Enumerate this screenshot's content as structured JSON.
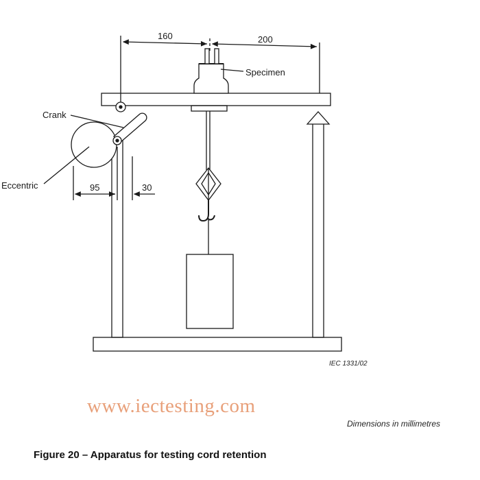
{
  "figure": {
    "caption": "Figure 20 – Apparatus for testing cord retention",
    "units_note": "Dimensions in millimetres",
    "reference": "IEC  1331/02",
    "watermark": "www.iectesting.com"
  },
  "labels": {
    "specimen": "Specimen",
    "crank": "Crank",
    "eccentric": "Eccentric"
  },
  "dimensions": {
    "left_span": "160",
    "right_span": "200",
    "eccentric_radius": "95",
    "crank_offset": "30"
  },
  "colors": {
    "line": "#1a1a1a",
    "watermark": "#e8a07a"
  }
}
